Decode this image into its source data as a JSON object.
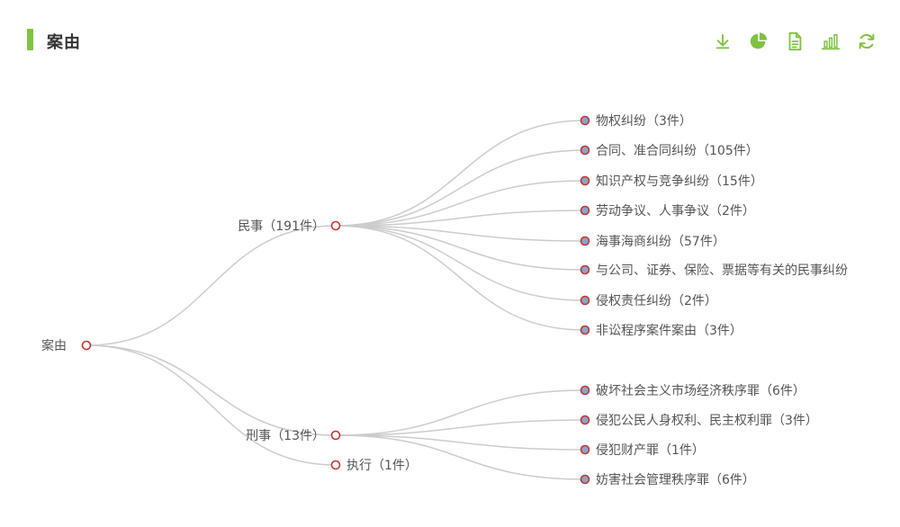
{
  "header": {
    "title": "案由",
    "accent_color": "#7fc241",
    "tools": [
      {
        "name": "download-icon"
      },
      {
        "name": "pie-chart-icon"
      },
      {
        "name": "document-icon"
      },
      {
        "name": "bar-chart-icon"
      },
      {
        "name": "refresh-icon"
      }
    ]
  },
  "tree": {
    "root": {
      "label": "案由"
    },
    "branches": [
      {
        "label": "民事（191件）",
        "children": [
          "物权纠纷（3件）",
          "合同、准合同纠纷（105件）",
          "知识产权与竞争纠纷（15件）",
          "劳动争议、人事争议（2件）",
          "海事海商纠纷（57件）",
          "与公司、证券、保险、票据等有关的民事纠纷",
          "侵权责任纠纷（2件）",
          "非讼程序案件案由（3件）"
        ]
      },
      {
        "label": "刑事（13件）",
        "children": [
          "破坏社会主义市场经济秩序罪（6件）",
          "侵犯公民人身权利、民主权利罪（3件）",
          "侵犯财产罪（1件）",
          "妨害社会管理秩序罪（6件）"
        ]
      },
      {
        "label": "执行（1件）",
        "children": []
      }
    ],
    "colors": {
      "link": "#cccccc",
      "collapsed_node_stroke": "#c23531",
      "leaf_fill": "#8aa4c8",
      "leaf_stroke": "#c23531",
      "label": "#555555"
    }
  }
}
